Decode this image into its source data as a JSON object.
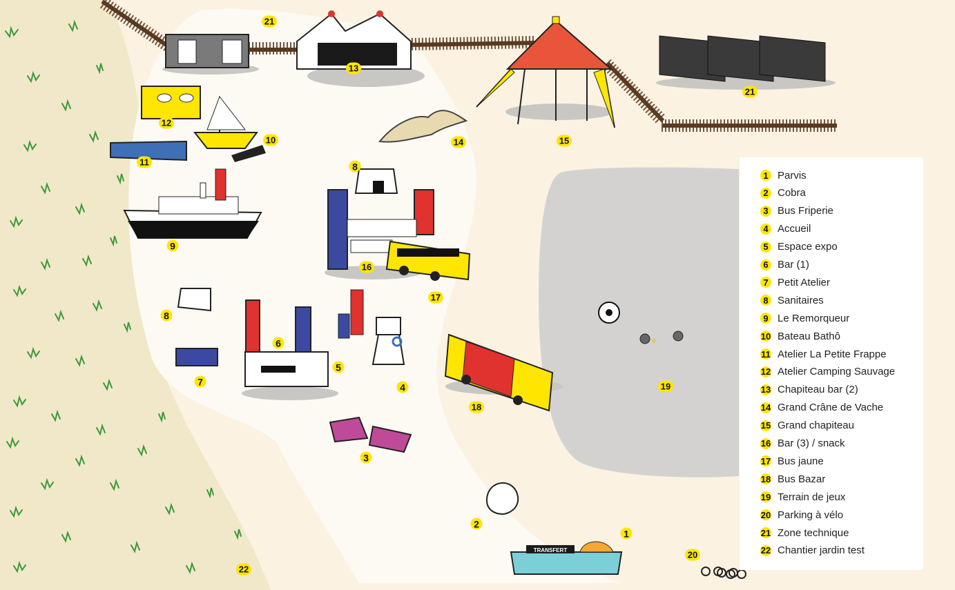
{
  "colors": {
    "background": "#fbf2e2",
    "garden": "#f0e8c9",
    "path": "#fdfaf4",
    "marker": "#ffe600",
    "play_area": "#d4d2d1",
    "fence": "#5a3a22",
    "legend_bg": "#ffffff",
    "tent_red": "#e9553a",
    "bus_yellow": "#ffe600",
    "blue": "#3b4aa0",
    "red": "#e0322e"
  },
  "map_markers": [
    {
      "id": "21",
      "label": "21"
    },
    {
      "id": "13",
      "label": "13"
    },
    {
      "id": "12",
      "label": "12"
    },
    {
      "id": "10",
      "label": "10"
    },
    {
      "id": "11",
      "label": "11"
    },
    {
      "id": "14",
      "label": "14"
    },
    {
      "id": "15",
      "label": "15"
    },
    {
      "id": "21b",
      "label": "21"
    },
    {
      "id": "8",
      "label": "8"
    },
    {
      "id": "9",
      "label": "9"
    },
    {
      "id": "16",
      "label": "16"
    },
    {
      "id": "17",
      "label": "17"
    },
    {
      "id": "8b",
      "label": "8"
    },
    {
      "id": "6",
      "label": "6"
    },
    {
      "id": "5",
      "label": "5"
    },
    {
      "id": "7",
      "label": "7"
    },
    {
      "id": "4",
      "label": "4"
    },
    {
      "id": "18",
      "label": "18"
    },
    {
      "id": "19",
      "label": "19"
    },
    {
      "id": "3",
      "label": "3"
    },
    {
      "id": "2",
      "label": "2"
    },
    {
      "id": "1",
      "label": "1"
    },
    {
      "id": "20",
      "label": "20"
    },
    {
      "id": "22",
      "label": "22"
    }
  ],
  "signage": {
    "transfert": "TRANSFERT"
  },
  "legend": {
    "items": [
      {
        "num": "1",
        "label": "Parvis"
      },
      {
        "num": "2",
        "label": "Cobra"
      },
      {
        "num": "3",
        "label": "Bus Friperie"
      },
      {
        "num": "4",
        "label": "Accueil"
      },
      {
        "num": "5",
        "label": "Espace expo"
      },
      {
        "num": "6",
        "label": "Bar (1)"
      },
      {
        "num": "7",
        "label": "Petit Atelier"
      },
      {
        "num": "8",
        "label": "Sanitaires"
      },
      {
        "num": "9",
        "label": "Le Remorqueur"
      },
      {
        "num": "10",
        "label": "Bateau Bathô"
      },
      {
        "num": "11",
        "label": "Atelier La Petite Frappe"
      },
      {
        "num": "12",
        "label": "Atelier Camping Sauvage"
      },
      {
        "num": "13",
        "label": "Chapiteau bar (2)"
      },
      {
        "num": "14",
        "label": "Grand Crâne de Vache"
      },
      {
        "num": "15",
        "label": "Grand chapiteau"
      },
      {
        "num": "16",
        "label": "Bar (3) / snack"
      },
      {
        "num": "17",
        "label": "Bus jaune"
      },
      {
        "num": "18",
        "label": "Bus Bazar"
      },
      {
        "num": "19",
        "label": "Terrain de jeux"
      },
      {
        "num": "20",
        "label": "Parking à vélo"
      },
      {
        "num": "21",
        "label": "Zone technique"
      },
      {
        "num": "22",
        "label": "Chantier jardin test"
      }
    ]
  }
}
